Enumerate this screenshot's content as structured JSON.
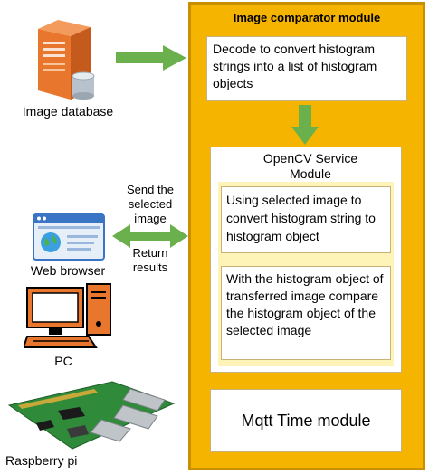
{
  "module": {
    "title": "Image comparator module",
    "decode_text": "Decode to convert histogram strings into a list of histogram objects",
    "opencv_title": "OpenCV Service Module",
    "step1_text": "Using selected image to convert histogram string to histogram object",
    "step2_text": "With the histogram object of transferred image compare the histogram object of the selected image",
    "mqtt_text": "Mqtt Time module"
  },
  "left": {
    "database_label": "Image database",
    "send_label": "Send the selected image",
    "return_label": "Return results",
    "browser_label": "Web browser",
    "pc_label": "PC",
    "raspberry_label": "Raspberry pi"
  },
  "colors": {
    "panel": "#f5b400",
    "arrow": "#6ab04c",
    "server": "#e8762c"
  }
}
